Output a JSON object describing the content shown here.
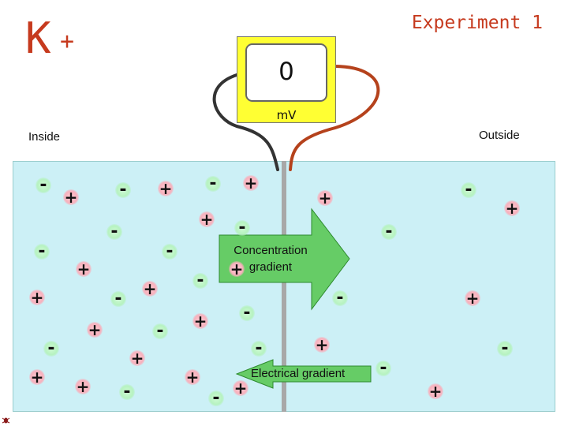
{
  "title": {
    "ion": "K",
    "charge": "+",
    "experiment": "Experiment 1"
  },
  "voltmeter": {
    "reading": "0",
    "unit": "mV"
  },
  "labels": {
    "inside": "Inside",
    "outside": "Outside",
    "concentration_gradient": "Concentration gradient",
    "electrical_gradient": "Electrical gradient"
  },
  "ion_symbols": {
    "positive": "+",
    "negative": "-"
  },
  "colors": {
    "title": "#c63a1e",
    "meter_body": "#ffff33",
    "tank": "#ccf0f6",
    "membrane": "#a8a8a8",
    "arrow": "#66cc66",
    "left_lead": "#333333",
    "right_lead": "#b5421c",
    "positive_ion": "#f7b0bc",
    "negative_ion": "#b6f2c0"
  },
  "icons": [
    "bug-icon"
  ]
}
